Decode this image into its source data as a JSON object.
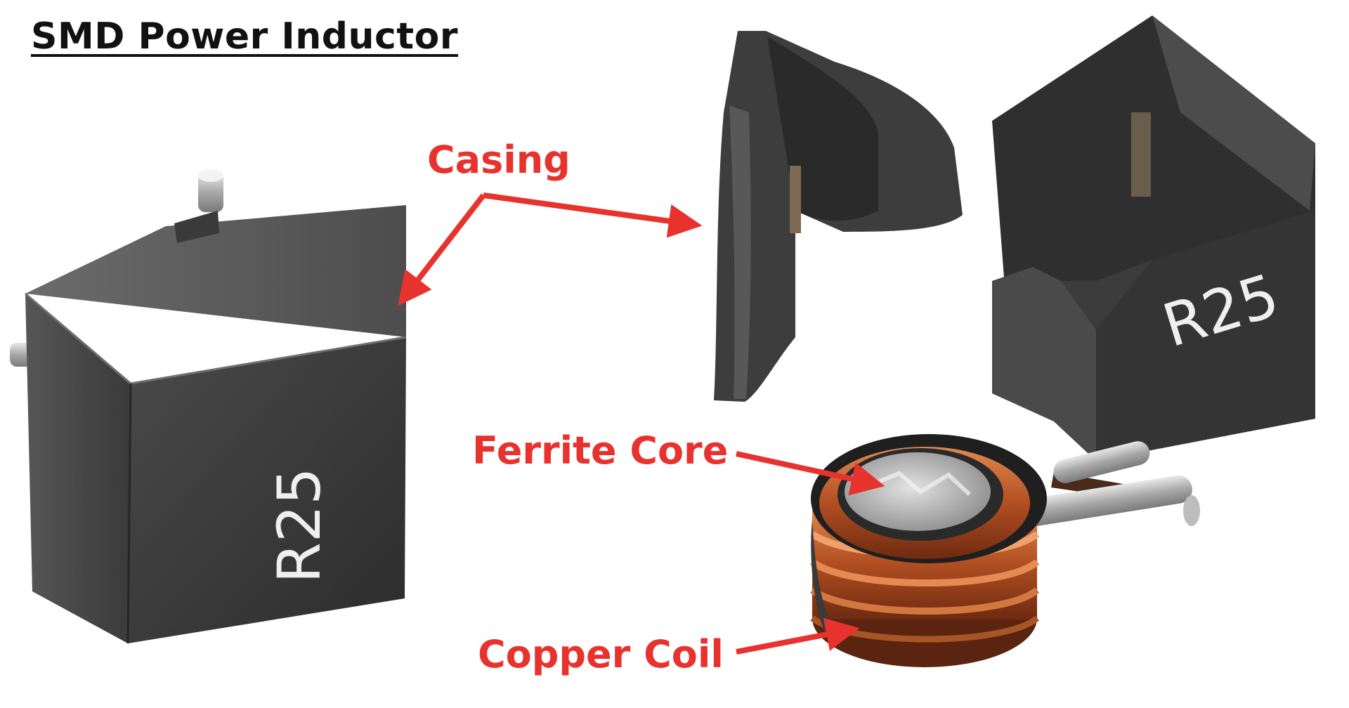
{
  "title": "SMD Power Inductor",
  "labels": {
    "casing": "Casing",
    "ferrite_core": "Ferrite Core",
    "copper_coil": "Copper Coil"
  },
  "component_marking": "R25",
  "colors": {
    "label_red": "#e8322d",
    "casing_dark": "#3b3b3b",
    "copper": "#b9562a",
    "ferrite": "#c9c9c9"
  }
}
